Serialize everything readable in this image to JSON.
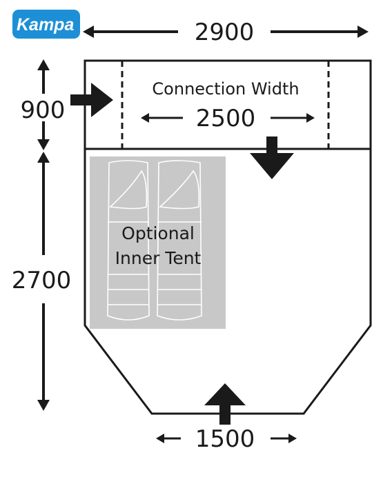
{
  "brand": {
    "logo_text": "Kampa",
    "logo_color": "#1d8fd6"
  },
  "dimensions": {
    "overall_width": "2900",
    "connection_depth": "900",
    "connection_width": "2500",
    "awning_depth": "2700",
    "front_width": "1500"
  },
  "labels": {
    "connection_width": "Connection Width",
    "inner_tent_line1": "Optional",
    "inner_tent_line2": "Inner Tent"
  },
  "colors": {
    "outline": "#1a1a1a",
    "inner_tent": "#c8c8c8",
    "sleeping_bag_stroke": "#ffffff",
    "arrow": "#1a1a1a"
  }
}
